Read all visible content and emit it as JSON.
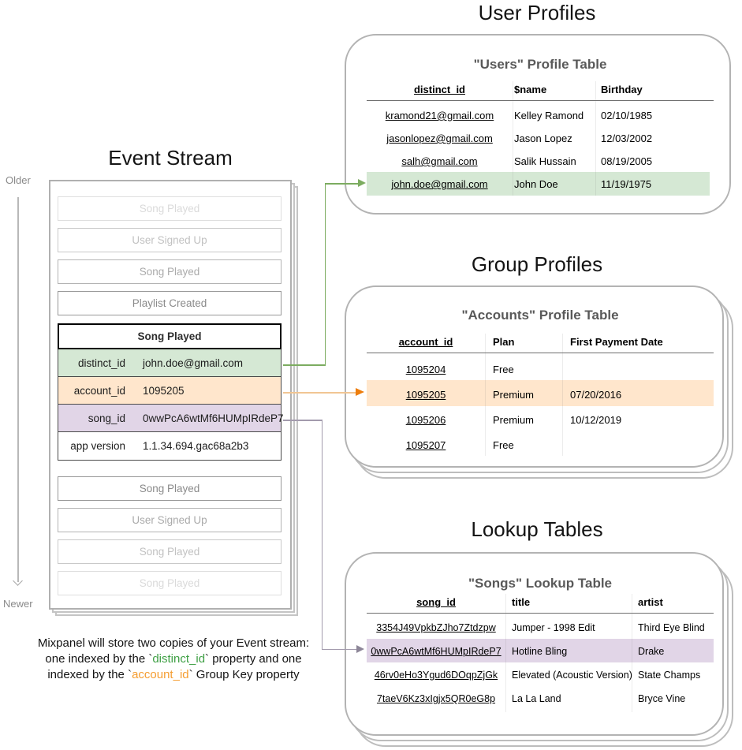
{
  "titles": {
    "event_stream": "Event Stream",
    "user_profiles": "User Profiles",
    "group_profiles": "Group Profiles",
    "lookup_tables": "Lookup Tables"
  },
  "timeline": {
    "older": "Older",
    "newer": "Newer"
  },
  "event_stream": {
    "events_before": [
      {
        "label": "Song Played"
      },
      {
        "label": "User Signed Up"
      },
      {
        "label": "Song Played"
      },
      {
        "label": "Playlist Created"
      }
    ],
    "expanded_event": {
      "title": "Song Played",
      "properties": [
        {
          "key": "distinct_id",
          "value": "john.doe@gmail.com",
          "highlight": "green"
        },
        {
          "key": "account_id",
          "value": "1095205",
          "highlight": "orange"
        },
        {
          "key": "song_id",
          "value": "0wwPcA6wtMf6HUMpIRdeP7",
          "highlight": "purple"
        },
        {
          "key": "app version",
          "value": "1.1.34.694.gac68a2b3",
          "highlight": "none"
        }
      ]
    },
    "events_after": [
      {
        "label": "Song Played"
      },
      {
        "label": "User Signed Up"
      },
      {
        "label": "Song Played"
      },
      {
        "label": "Song Played"
      }
    ]
  },
  "users_table": {
    "subtitle": "\"Users\" Profile Table",
    "headers": [
      "distinct_id",
      "$name",
      "Birthday"
    ],
    "rows": [
      [
        "kramond21@gmail.com",
        "Kelley Ramond",
        "02/10/1985"
      ],
      [
        "jasonlopez@gmail.com",
        "Jason Lopez",
        "12/03/2002"
      ],
      [
        "salh@gmail.com",
        "Salik Hussain",
        "08/19/2005"
      ],
      [
        "john.doe@gmail.com",
        "John Doe",
        "11/19/1975"
      ]
    ],
    "highlighted_row": "john.doe@gmail.com"
  },
  "accounts_table": {
    "subtitle": "\"Accounts\" Profile Table",
    "headers": [
      "account_id",
      "Plan",
      "First Payment Date"
    ],
    "rows": [
      [
        "1095204",
        "Free",
        ""
      ],
      [
        "1095205",
        "Premium",
        "07/20/2016"
      ],
      [
        "1095206",
        "Premium",
        "10/12/2019"
      ],
      [
        "1095207",
        "Free",
        ""
      ]
    ],
    "highlighted_row": "1095205"
  },
  "songs_table": {
    "subtitle": "\"Songs\" Lookup Table",
    "headers": [
      "song_id",
      "title",
      "artist"
    ],
    "rows": [
      [
        "3354J49VpkbZJho7Ztdzpw",
        "Jumper - 1998 Edit",
        "Third Eye Blind"
      ],
      [
        "0wwPcA6wtMf6HUMpIRdeP7",
        "Hotline Bling",
        "Drake"
      ],
      [
        "46rv0eHo3Ygud6DOqpZjGk",
        "Elevated (Acoustic Version)",
        "State Champs"
      ],
      [
        "7taeV6Kz3xIgjx5QR0eG8p",
        "La La Land",
        "Bryce Vine"
      ]
    ],
    "highlighted_row": "0wwPcA6wtMf6HUMpIRdeP7"
  },
  "caption": {
    "line1": "Mixpanel will store two copies of your Event stream:",
    "line2_a": "one indexed by the `",
    "line2_code": "distinct_id",
    "line2_b": "` property and one",
    "line3_a": "indexed by the `",
    "line3_code": "account_id",
    "line3_b": "` Group Key property"
  },
  "colors": {
    "green_highlight": "#d5e8d4",
    "orange_highlight": "#ffe6cc",
    "purple_highlight": "#e1d5e7",
    "green_line": "#7cac60",
    "orange_line": "#f1c593",
    "orange_arrow": "#ed7d0c",
    "purple_line": "#a39bad",
    "purple_arrow": "#8d8698",
    "green_text": "#3fa045",
    "orange_text": "#f59d31"
  }
}
